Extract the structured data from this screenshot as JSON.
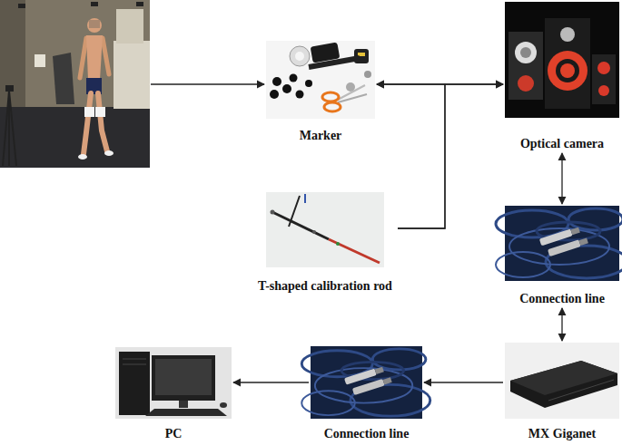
{
  "diagram": {
    "nodes": [
      {
        "text": [
          "Marker"
        ]
      },
      {
        "text": [
          "Optical camera"
        ]
      },
      {
        "text": [
          "T-shaped calibration rod"
        ]
      },
      {
        "text": [
          "Connection line"
        ]
      },
      {
        "text": [
          "PC"
        ]
      },
      {
        "text": [
          "Connection line"
        ]
      },
      {
        "text": [
          "MX Giganet"
        ]
      }
    ],
    "edges": [
      {
        "from": 0,
        "to": 1,
        "arrow": "both"
      },
      {
        "from": 2,
        "to": 0,
        "arrow": "to"
      },
      {
        "from": 2,
        "to": 1,
        "arrow": "to"
      },
      {
        "from": 1,
        "to": 3,
        "arrow": "both"
      },
      {
        "from": 3,
        "to": 6,
        "arrow": "both"
      },
      {
        "from": 6,
        "to": 5,
        "arrow": "to"
      },
      {
        "from": 5,
        "to": 4,
        "arrow": "to"
      }
    ]
  }
}
